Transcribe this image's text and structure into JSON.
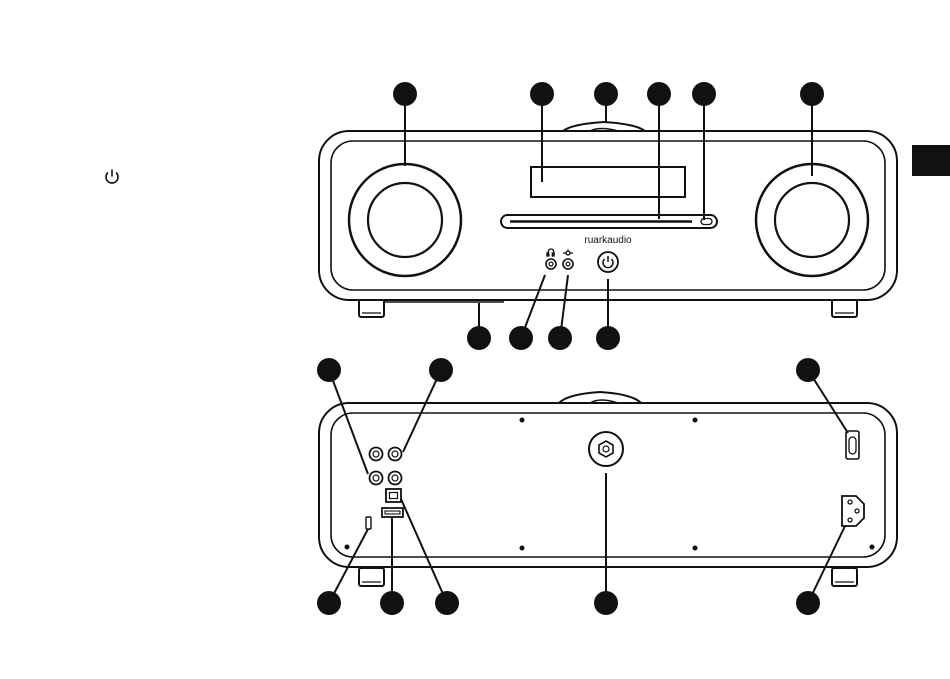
{
  "brand": {
    "text": "ruarkaudio"
  },
  "left_column": {
    "icon": "power-icon"
  },
  "side_tab": {
    "color": "#111111"
  },
  "colors": {
    "line": "#111111",
    "callout": "#111111",
    "background": "#ffffff"
  },
  "callouts": {
    "front_top": [
      "left-rotary-dial-callout",
      "display-callout",
      "rotodial-top-callout",
      "cd-slot-callout",
      "cd-eject-callout",
      "right-rotary-dial-callout"
    ],
    "front_bottom": [
      "underside-remote-dock-callout",
      "headphone-socket-callout",
      "aux-input-callout",
      "power-button-callout"
    ],
    "rear_top": [
      "rca-inputs-callout",
      "rca-outputs-callout",
      "power-switch-callout"
    ],
    "rear_bottom": [
      "service-port-callout",
      "usb-port-callout",
      "optical-input-callout",
      "aerial-socket-callout",
      "mains-socket-callout"
    ]
  },
  "icons": {
    "headphone": "headphone-icon",
    "aux": "aux-input-icon",
    "power": "power-icon"
  }
}
